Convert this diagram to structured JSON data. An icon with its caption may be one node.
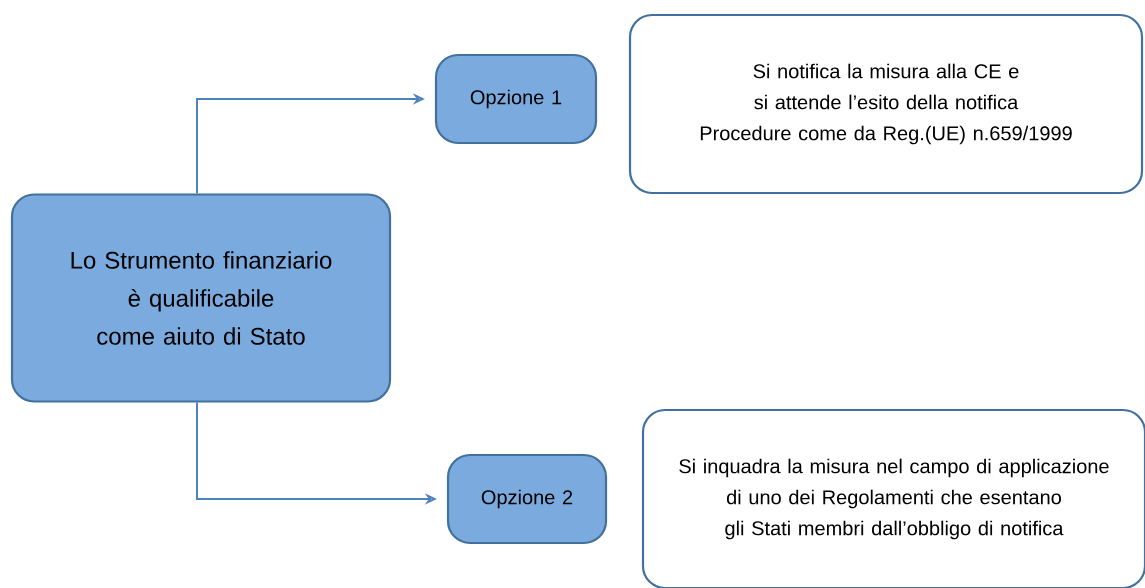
{
  "diagram": {
    "nodes": [
      {
        "text": [
          "Lo Strumento finanziario è qualificabile come aiuto di Stato"
        ]
      },
      {
        "text": [
          "Opzione 1"
        ]
      },
      {
        "text": [
          "Si notifica la misura alla CE e si attende l’esito della notifica",
          "Procedure come da Reg.(UE) n.659/1999"
        ]
      },
      {
        "text": [
          "Opzione 2"
        ]
      },
      {
        "text": [
          "Si inquadra la misura nel campo di applicazione di uno dei Regolamenti che esentano gli Stati membri dall’obbligo di notifica"
        ]
      }
    ],
    "edges": [
      {
        "from": 0,
        "to": 1,
        "arrow": "to"
      },
      {
        "from": 0,
        "to": 3,
        "arrow": "to"
      }
    ]
  }
}
